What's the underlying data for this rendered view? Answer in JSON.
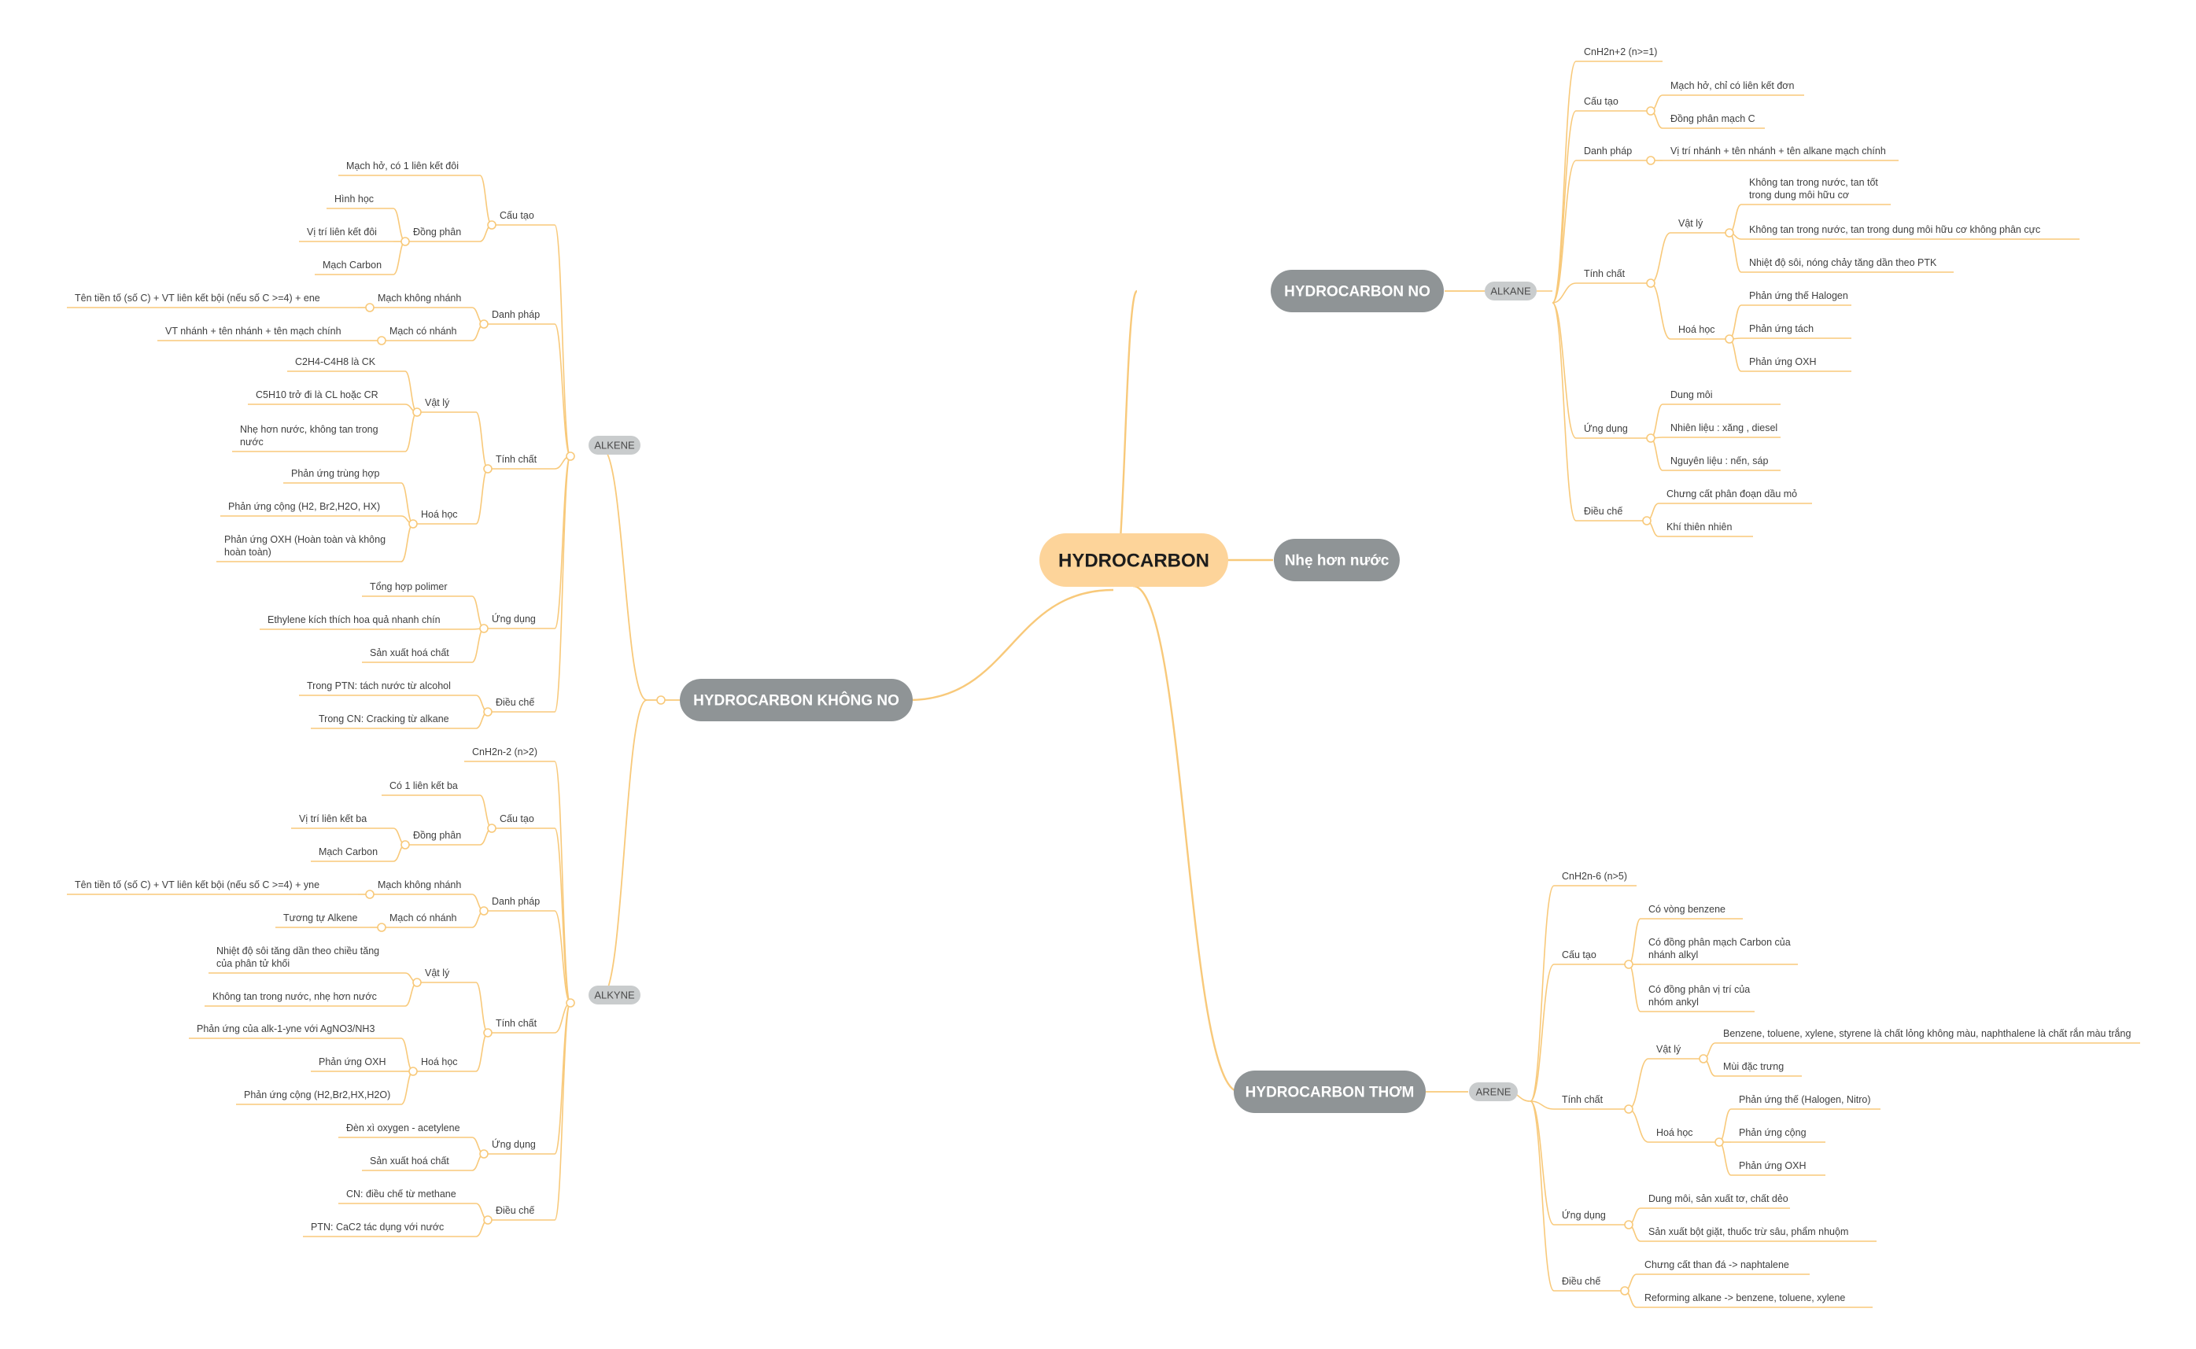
{
  "colors": {
    "branch": "#f8c97a",
    "root_fill": "#fdd49a",
    "root_text": "#1c1c1c",
    "main_fill": "#8f9496",
    "main_text": "#ffffff",
    "tag_fill": "#c9cccd",
    "tag_text": "#4a4a4a",
    "leaf_text": "#3f3f3f"
  },
  "root": {
    "label": "HYDROCARBON"
  },
  "main_nodes": {
    "no": "HYDROCARBON NO",
    "nhe": "Nhẹ hơn nước",
    "khong_no": "HYDROCARBON KHÔNG NO",
    "thom": "HYDROCARBON THƠM"
  },
  "tags": {
    "alkane": "ALKANE",
    "alkene": "ALKENE",
    "alkyne": "ALKYNE",
    "arene": "ARENE"
  },
  "alkane": {
    "formula": "CnH2n+2 (n>=1)",
    "cau_tao": "Cấu tạo",
    "cau_tao_items": [
      "Mạch hở, chỉ có liên kết đơn",
      "Đồng phân mạch C"
    ],
    "danh_phap": "Danh pháp",
    "danh_phap_item": "Vị trí nhánh + tên nhánh + tên alkane mạch chính",
    "tinh_chat": "Tính chất",
    "vat_ly": "Vật lý",
    "vat_ly_items": [
      "Không tan trong nước, tan tốt|trong dung môi hữu cơ",
      "Không tan trong nước, tan trong dung môi hữu cơ không phân cực",
      "Nhiệt độ sôi, nóng chảy tăng dần theo PTK"
    ],
    "hoa_hoc": "Hoá học",
    "hoa_hoc_items": [
      "Phản ứng thế Halogen",
      "Phản ứng tách",
      "Phản ứng OXH"
    ],
    "ung_dung": "Ứng dụng",
    "ung_dung_items": [
      "Dung môi",
      "Nhiên liệu : xăng , diesel",
      "Nguyên liệu : nến, sáp"
    ],
    "dieu_che": "Điều chế",
    "dieu_che_items": [
      "Chưng cất phân đoạn dầu mỏ",
      "Khí thiên nhiên"
    ]
  },
  "alkene": {
    "cau_tao": "Cấu tạo",
    "cau_tao_item": "Mạch hở, có 1 liên kết đôi",
    "dong_phan": "Đồng phân",
    "dong_phan_items": [
      "Hình học",
      "Vị trí liên kết đôi",
      "Mạch Carbon"
    ],
    "danh_phap": "Danh pháp",
    "mach_khong_nhanh": "Mạch không nhánh",
    "mach_khong_nhanh_item": "Tên tiền tố (số C) + VT liên kết bội (nếu số C >=4) + ene",
    "mach_co_nhanh": "Mạch có nhánh",
    "mach_co_nhanh_item": "VT nhánh + tên nhánh + tên mạch chính",
    "tinh_chat": "Tính chất",
    "vat_ly": "Vật lý",
    "vat_ly_items": [
      "C2H4-C4H8 là CK",
      "C5H10 trở đi là CL hoặc CR",
      "Nhẹ hơn nước, không tan trong|nước"
    ],
    "hoa_hoc": "Hoá học",
    "hoa_hoc_items": [
      "Phản ứng trùng hợp",
      "Phản ứng cộng (H2, Br2,H2O, HX)",
      "Phản ứng OXH (Hoàn toàn và không|hoàn toàn)"
    ],
    "ung_dung": "Ứng dụng",
    "ung_dung_items": [
      "Tổng hợp polimer",
      "Ethylene kích thích hoa quả nhanh chín",
      "Sản xuất hoá chất"
    ],
    "dieu_che": "Điều chế",
    "dieu_che_items": [
      "Trong PTN: tách nước từ alcohol",
      "Trong CN: Cracking từ alkane"
    ]
  },
  "alkyne": {
    "formula": "CnH2n-2 (n>2)",
    "cau_tao": "Cấu tạo",
    "cau_tao_item": "Có 1 liên kết ba",
    "dong_phan": "Đồng phân",
    "dong_phan_items": [
      "Vị trí liên kết ba",
      "Mạch Carbon"
    ],
    "danh_phap": "Danh pháp",
    "mach_khong_nhanh": "Mạch không nhánh",
    "mach_khong_nhanh_item": "Tên tiền tố (số C) + VT liên kết bội (nếu số C >=4) + yne",
    "mach_co_nhanh": "Mạch có nhánh",
    "mach_co_nhanh_item": "Tương tự Alkene",
    "tinh_chat": "Tính chất",
    "vat_ly": "Vật lý",
    "vat_ly_items": [
      "Nhiệt độ sôi tăng dần theo chiều tăng|của phân tử khối",
      "Không tan trong nước, nhẹ hơn nước"
    ],
    "hoa_hoc": "Hoá học",
    "hoa_hoc_items": [
      "Phản ứng của alk-1-yne với AgNO3/NH3",
      "Phản ứng OXH",
      "Phản ứng cộng (H2,Br2,HX,H2O)"
    ],
    "ung_dung": "Ứng dụng",
    "ung_dung_items": [
      "Đèn xì oxygen - acetylene",
      "Sản xuất hoá chất"
    ],
    "dieu_che": "Điều chế",
    "dieu_che_items": [
      "CN: điều chế từ methane",
      "PTN: CaC2 tác dụng với nước"
    ]
  },
  "arene": {
    "formula": "CnH2n-6 (n>5)",
    "cau_tao": "Cấu tạo",
    "cau_tao_items": [
      "Có vòng benzene",
      "Có đồng phân mạch Carbon của|nhánh alkyl",
      "Có đồng phân vị trí của|nhóm ankyl"
    ],
    "tinh_chat": "Tính chất",
    "vat_ly": "Vật lý",
    "vat_ly_items": [
      "Benzene, toluene, xylene, styrene là chất lỏng không màu, naphthalene là chất rắn màu trắng",
      "Mùi đặc trưng"
    ],
    "hoa_hoc": "Hoá học",
    "hoa_hoc_items": [
      "Phản ứng thế (Halogen, Nitro)",
      "Phản ứng cộng",
      "Phản ứng OXH"
    ],
    "ung_dung": "Ứng dụng",
    "ung_dung_items": [
      "Dung môi, sản xuất tơ, chất dẻo",
      "Sản xuất bột giặt, thuốc trừ sâu, phẩm nhuộm"
    ],
    "dieu_che": "Điều chế",
    "dieu_che_items": [
      "Chưng cất than đá -> naphtalene",
      "Reforming alkane -> benzene, toluene, xylene"
    ]
  }
}
